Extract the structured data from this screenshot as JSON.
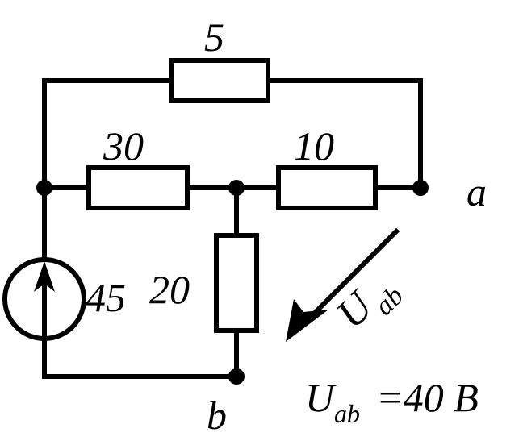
{
  "resistors": {
    "r_top": "5",
    "r_left": "30",
    "r_right": "10",
    "r_vertical": "20"
  },
  "source": {
    "value": "45"
  },
  "nodes": {
    "a": "a",
    "b": "b"
  },
  "voltage": {
    "arrow_symbol": "U",
    "arrow_subscript": "ab",
    "equation_symbol": "U",
    "equation_subscript": "ab",
    "equation_rest": "=40 B"
  }
}
